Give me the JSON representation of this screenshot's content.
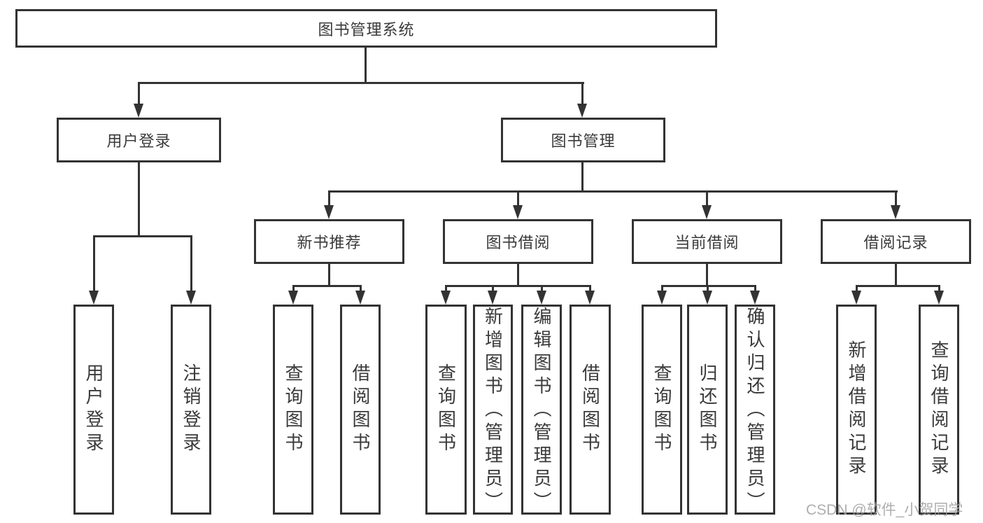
{
  "diagram": {
    "root": {
      "label": "图书管理系统"
    },
    "level2": [
      {
        "label": "用户登录"
      },
      {
        "label": "图书管理"
      }
    ],
    "level3": [
      {
        "label": "新书推荐"
      },
      {
        "label": "图书借阅"
      },
      {
        "label": "当前借阅"
      },
      {
        "label": "借阅记录"
      }
    ],
    "leaves": [
      {
        "label": "用户登录"
      },
      {
        "label": "注销登录"
      },
      {
        "label": "查询图书"
      },
      {
        "label": "借阅图书"
      },
      {
        "label": "查询图书"
      },
      {
        "label": "新增图书（管理员）"
      },
      {
        "label": "编辑图书（管理员）"
      },
      {
        "label": "借阅图书"
      },
      {
        "label": "查询图书"
      },
      {
        "label": "归还图书"
      },
      {
        "label": "确认归还（管理员）"
      },
      {
        "label": "新增借阅记录"
      },
      {
        "label": "查询借阅记录"
      }
    ]
  },
  "watermark": {
    "text": "CSDN @软件_小贺同学"
  },
  "colors": {
    "line": "#333333",
    "box_border": "#333333",
    "text": "#3a3a3a",
    "watermark": "#a0a0a0",
    "background": "#ffffff"
  }
}
